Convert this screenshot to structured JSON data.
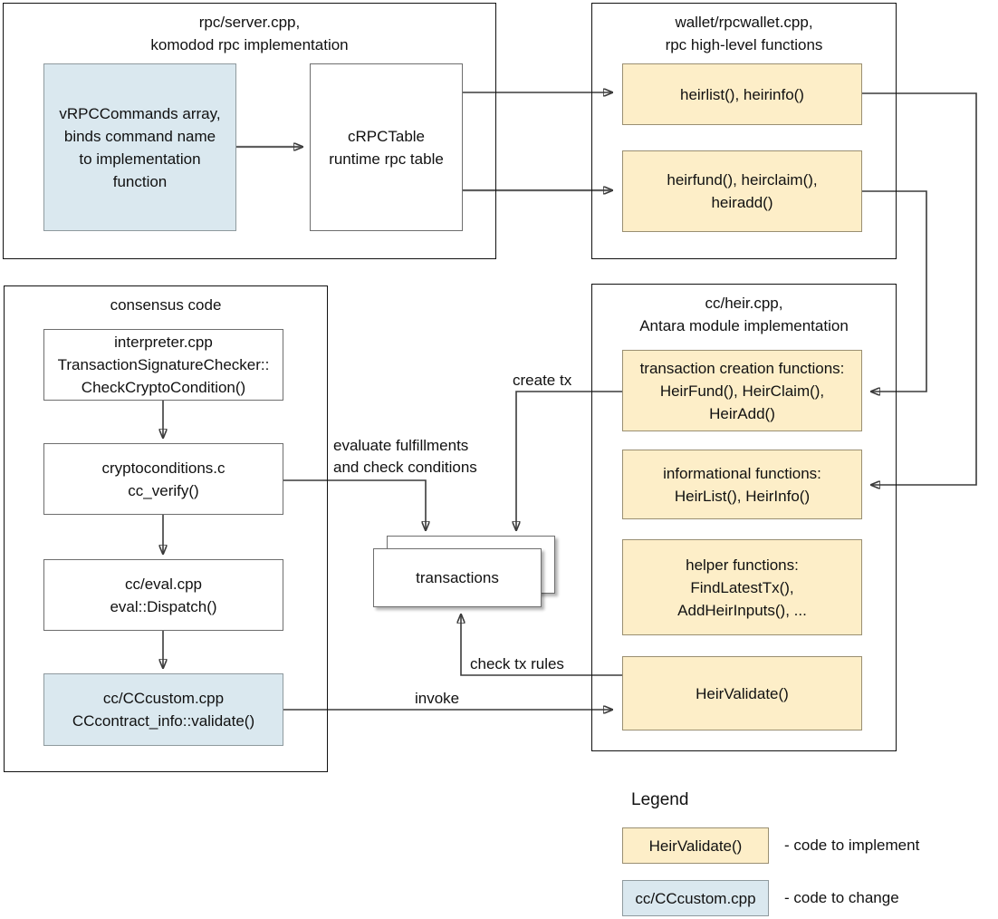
{
  "diagram": {
    "title_note": "Komodo Antara heir module architecture diagram",
    "colors": {
      "code_to_implement": "#fdeec8",
      "code_to_change": "#dae8ef",
      "node_white": "#ffffff",
      "border": "#111111",
      "wire": "#3b3b3b"
    }
  },
  "panels": {
    "rpc_server": {
      "title": "rpc/server.cpp,\nkomodod rpc implementation",
      "nodes": {
        "vrpccommands": "vRPCCommands array,\nbinds command name\nto implementation\nfunction",
        "crpctable": "cRPCTable\nruntime rpc table"
      }
    },
    "rpcwallet": {
      "title": "wallet/rpcwallet.cpp,\nrpc high-level functions",
      "nodes": {
        "heirlist_heirinfo": "heirlist(), heirinfo()",
        "heirfund_heirclaim_heiradd": "heirfund(), heirclaim(),\nheiradd()"
      }
    },
    "consensus": {
      "title": "consensus code",
      "nodes": {
        "interpreter": "interpreter.cpp\nTransactionSignatureChecker::\nCheckCryptoCondition()",
        "cryptoconditions": "cryptoconditions.c\ncc_verify()",
        "eval": "cc/eval.cpp\neval::Dispatch()",
        "cccustom": "cc/CCcustom.cpp\nCCcontract_info::validate()"
      }
    },
    "heir": {
      "title": "cc/heir.cpp,\nAntara module implementation",
      "nodes": {
        "tx_creation": "transaction creation functions:\nHeirFund(), HeirClaim(),\nHeirAdd()",
        "informational": "informational functions:\nHeirList(), HeirInfo()",
        "helper": "helper functions:\nFindLatestTx(),\nAddHeirInputs(), ...",
        "validate": "HeirValidate()"
      }
    }
  },
  "middle": {
    "transactions": "transactions"
  },
  "edge_labels": {
    "create_tx": "create tx",
    "evaluate": "evaluate fulfillments\nand check conditions",
    "check_tx_rules": "check tx rules",
    "invoke": "invoke"
  },
  "legend": {
    "title": "Legend",
    "items": [
      {
        "sample": "HeirValidate()",
        "description": "- code to implement",
        "color": "#fdeec8"
      },
      {
        "sample": "cc/CCcustom.cpp",
        "description": "- code to change",
        "color": "#dae8ef"
      }
    ]
  }
}
